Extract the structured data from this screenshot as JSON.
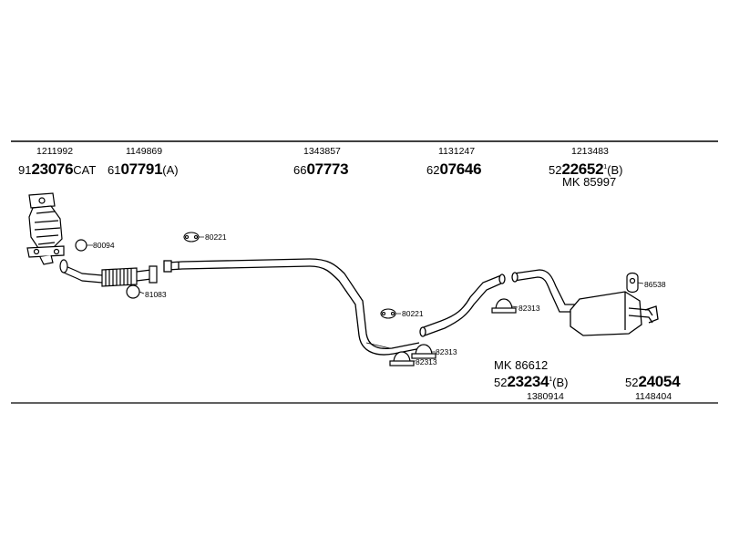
{
  "top_parts": [
    {
      "ref": "1211992",
      "prefix": "91",
      "bold": "23076",
      "suffix": "CAT"
    },
    {
      "ref": "1149869",
      "prefix": "61",
      "bold": "07791",
      "suffix": "(A)"
    },
    {
      "ref": "1343857",
      "prefix": "66",
      "bold": "07773",
      "suffix": ""
    },
    {
      "ref": "1131247",
      "prefix": "62",
      "bold": "07646",
      "suffix": ""
    },
    {
      "ref": "1213483",
      "prefix": "52",
      "bold": "22652",
      "sup": "1",
      "suffix": "(B)",
      "mk": "MK 85997"
    }
  ],
  "bottom_parts": [
    {
      "mk": "MK 86612",
      "prefix": "52",
      "bold": "23234",
      "sup": "1",
      "suffix": "(B)",
      "ref": "1380914"
    },
    {
      "prefix": "52",
      "bold": "24054",
      "ref": "1148404"
    }
  ],
  "callouts": {
    "gasket_80094": "80094",
    "ring_81083": "81083",
    "gasket_80221_a": "80221",
    "gasket_80221_b": "80221",
    "clamp_82313_a": "82313",
    "clamp_82313_b": "82313",
    "clamp_82313_c": "82313",
    "hanger_86538": "86538"
  }
}
